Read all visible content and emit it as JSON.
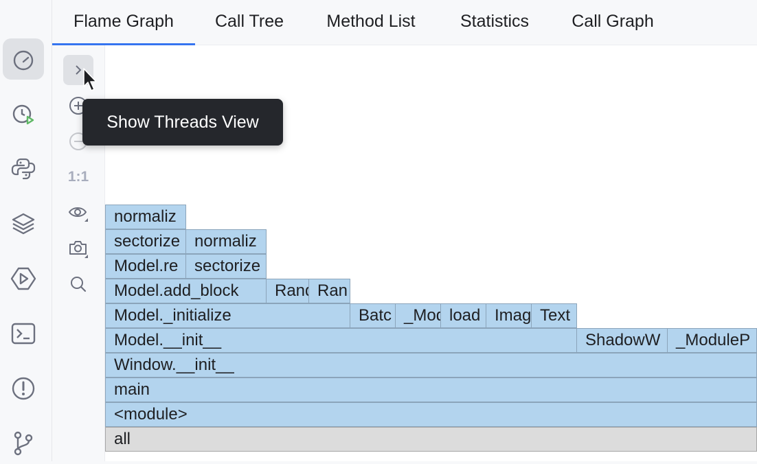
{
  "tabs": [
    "Flame Graph",
    "Call Tree",
    "Method List",
    "Statistics",
    "Call Graph"
  ],
  "active_tab": "Flame Graph",
  "activity_icons": [
    "profiler-icon",
    "run-profiler-icon",
    "python-icon",
    "layers-icon",
    "services-icon",
    "terminal-icon",
    "problems-icon",
    "git-icon"
  ],
  "toolbar": {
    "expand_icon": "chevron-right-icon",
    "zoom_in_icon": "zoom-in-icon",
    "zoom_out_icon": "zoom-out-icon",
    "actual_size_label": "1:1",
    "view_icon": "eye-icon",
    "screenshot_icon": "camera-icon",
    "search_icon": "search-icon"
  },
  "tooltip": "Show Threads View",
  "flame_frames": [
    [
      "normaliz"
    ],
    [
      "sectorize",
      "normaliz"
    ],
    [
      "Model.re",
      "sectorize"
    ],
    [
      "Model.add_block",
      "Rand",
      "Ran"
    ],
    [
      "Model._initialize",
      "Batc",
      "_Mod",
      "load",
      "Imag",
      "Text"
    ],
    [
      "Model.__init__",
      "ShadowW",
      "_ModuleP"
    ],
    [
      "Window.__init__"
    ],
    [
      "main"
    ],
    [
      "<module>"
    ],
    [
      "all"
    ]
  ],
  "colors": {
    "frame_fill": "#b3d4ee",
    "frame_border": "#8ba4ba",
    "root_fill": "#dcdcdc",
    "tab_indicator": "#3574f0",
    "tooltip_bg": "#25272c"
  }
}
